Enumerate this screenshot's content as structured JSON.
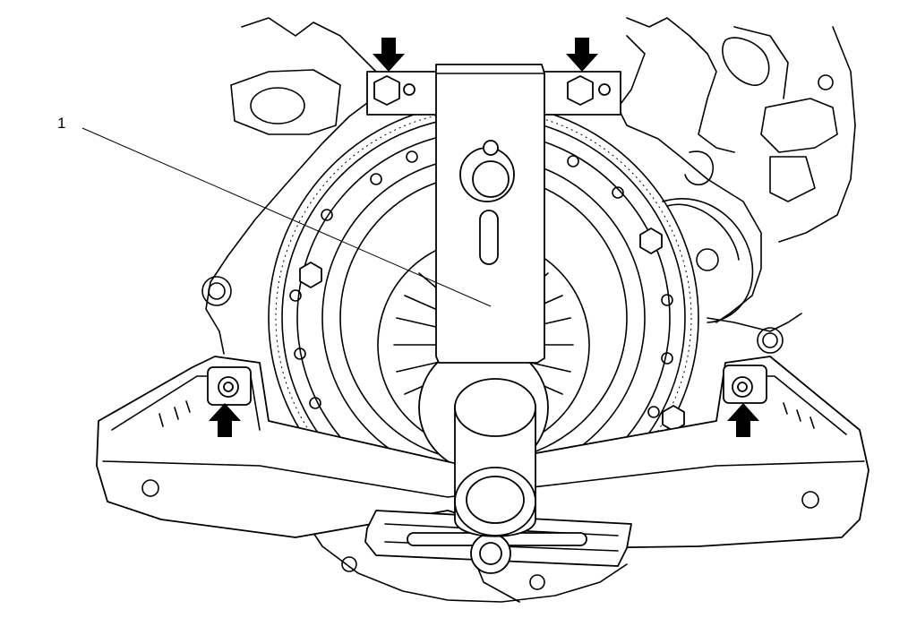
{
  "diagram": {
    "callouts": [
      {
        "label": "1"
      }
    ],
    "arrows": [
      {
        "name": "arrow-top-left",
        "direction": "down"
      },
      {
        "name": "arrow-top-right",
        "direction": "down"
      },
      {
        "name": "arrow-bottom-left",
        "direction": "up"
      },
      {
        "name": "arrow-bottom-right",
        "direction": "up"
      }
    ],
    "colors": {
      "line": "#000000",
      "background": "#ffffff"
    }
  }
}
